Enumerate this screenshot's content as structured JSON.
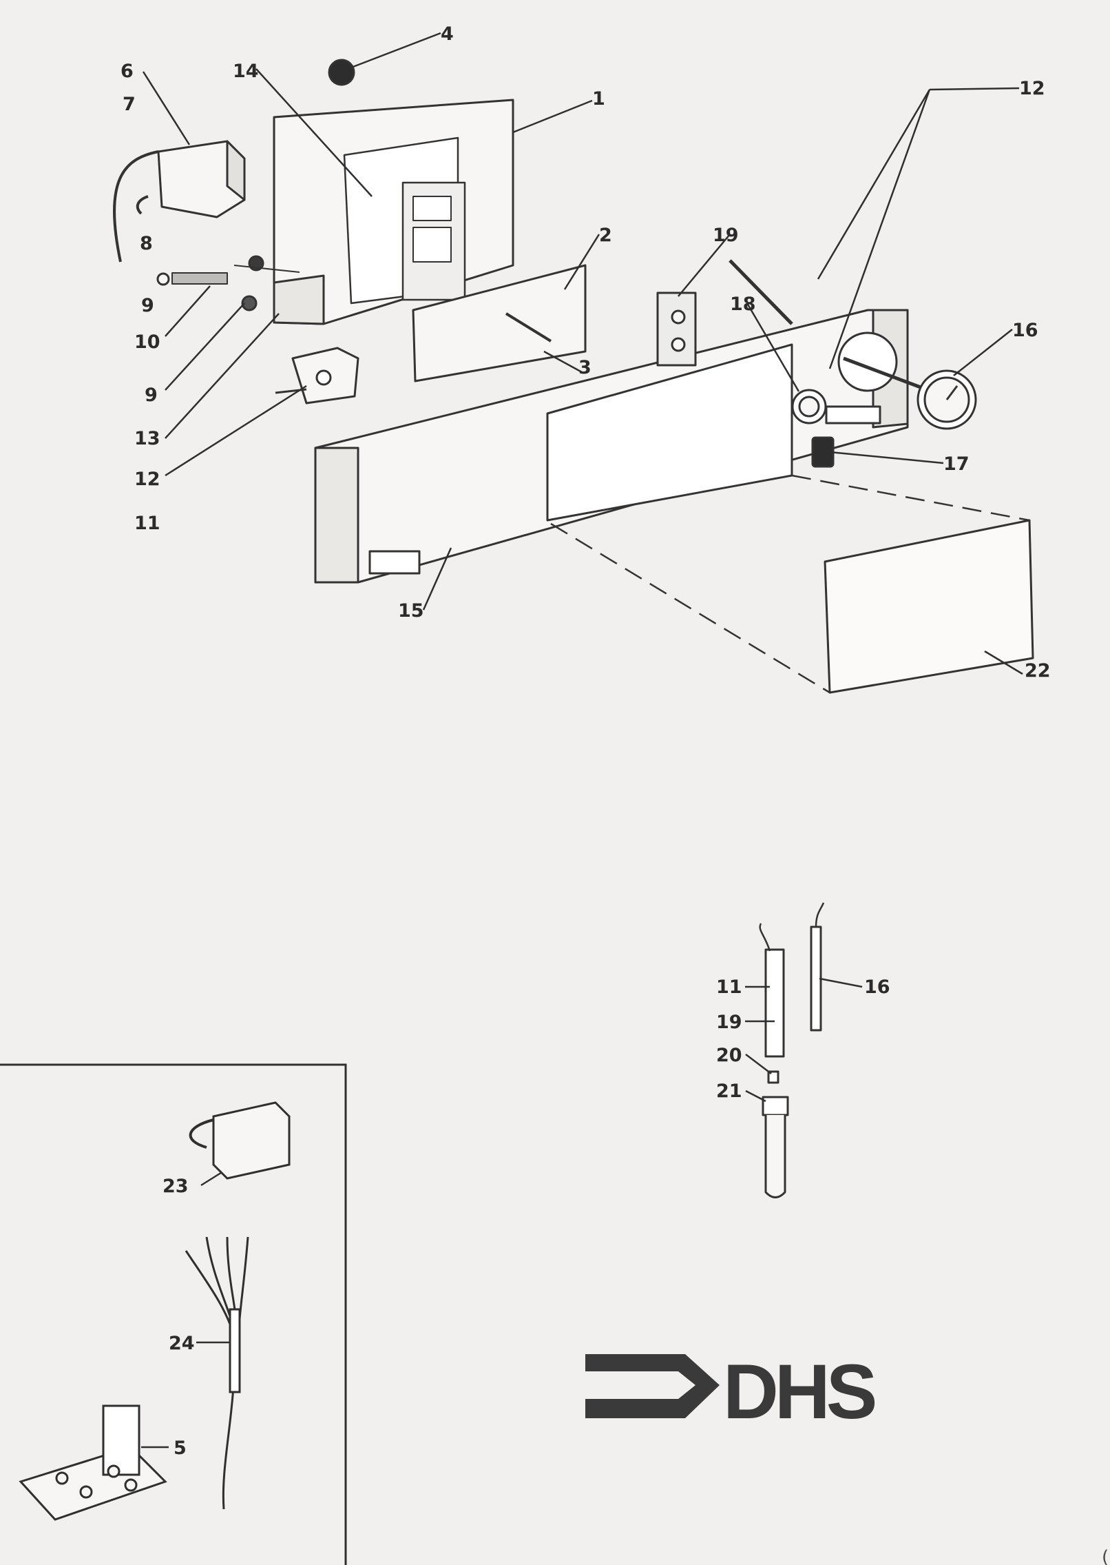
{
  "diagram": {
    "part_labels": {
      "p1": "1",
      "p2": "2",
      "p3": "3",
      "p4": "4",
      "p5": "5",
      "p6": "6",
      "p7": "7",
      "p8": "8",
      "p9a": "9",
      "p9b": "9",
      "p10": "10",
      "p11": "11",
      "p12a": "12",
      "p12b": "12",
      "p13": "13",
      "p14": "14",
      "p15": "15",
      "p16": "16",
      "p17": "17",
      "p18": "18",
      "p19": "19",
      "p22": "22",
      "d11": "11",
      "d16": "16",
      "d19": "19",
      "d20": "20",
      "d21": "21",
      "p23": "23",
      "p24": "24"
    },
    "logo_text": "DHS",
    "edge_text": "("
  }
}
